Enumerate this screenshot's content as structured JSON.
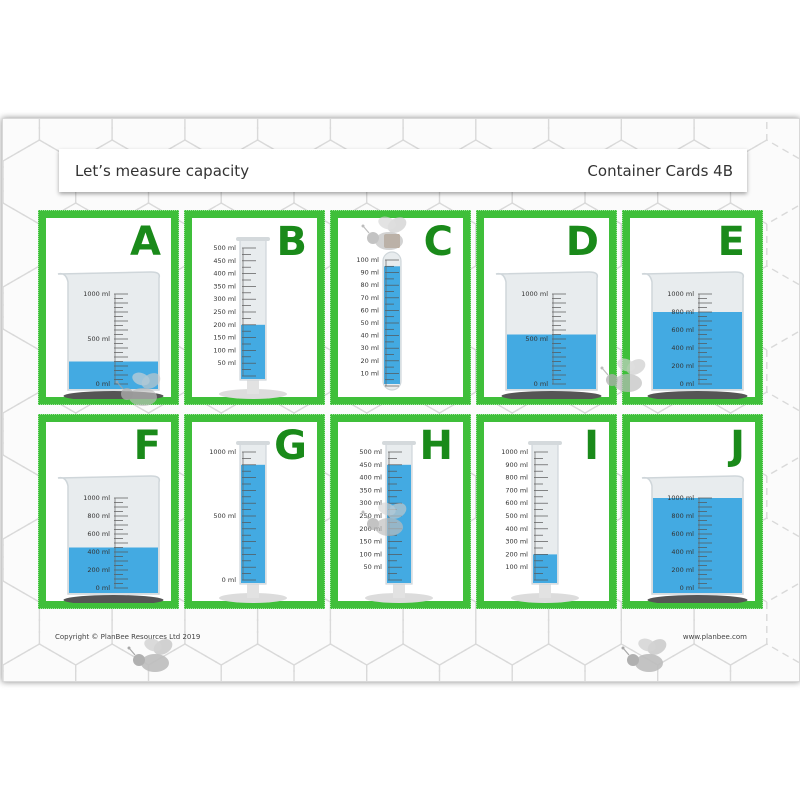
{
  "header": {
    "title": "Let’s measure capacity",
    "subtitle": "Container Cards 4B"
  },
  "cards": [
    {
      "letter": "A",
      "type": "beaker",
      "max": 1000,
      "fill": 250,
      "labels": [
        "1000 ml",
        "500 ml",
        "0 ml"
      ]
    },
    {
      "letter": "B",
      "type": "cylinder",
      "max": 500,
      "fill": 200,
      "labels": [
        "500 ml",
        "450 ml",
        "400 ml",
        "350 ml",
        "300 ml",
        "250 ml",
        "200 ml",
        "150 ml",
        "100 ml",
        "50 ml"
      ]
    },
    {
      "letter": "C",
      "type": "tube",
      "max": 100,
      "fill": 95,
      "labels": [
        "100 ml",
        "90 ml",
        "80 ml",
        "70 ml",
        "60 ml",
        "50 ml",
        "40 ml",
        "30 ml",
        "20 ml",
        "10 ml"
      ]
    },
    {
      "letter": "D",
      "type": "beaker",
      "max": 1000,
      "fill": 550,
      "labels": [
        "1000 ml",
        "500 ml",
        "0 ml"
      ]
    },
    {
      "letter": "E",
      "type": "beaker",
      "max": 1000,
      "fill": 800,
      "labels": [
        "1000 ml",
        "800 ml",
        "600 ml",
        "400 ml",
        "200 ml",
        "0 ml"
      ]
    },
    {
      "letter": "F",
      "type": "beaker",
      "max": 1000,
      "fill": 450,
      "labels": [
        "1000 ml",
        "800 ml",
        "600 ml",
        "400 ml",
        "200 ml",
        "0 ml"
      ]
    },
    {
      "letter": "G",
      "type": "cylinder",
      "max": 1000,
      "fill": 900,
      "labels": [
        "1000 ml",
        "500 ml",
        "0 ml"
      ]
    },
    {
      "letter": "H",
      "type": "cylinder",
      "max": 500,
      "fill": 450,
      "labels": [
        "500 ml",
        "450 ml",
        "400 ml",
        "350 ml",
        "300 ml",
        "250 ml",
        "200 ml",
        "150 ml",
        "100 ml",
        "50 ml"
      ]
    },
    {
      "letter": "I",
      "type": "cylinder",
      "max": 1000,
      "fill": 200,
      "labels": [
        "1000 ml",
        "900 ml",
        "800 ml",
        "700 ml",
        "600 ml",
        "500 ml",
        "400 ml",
        "300 ml",
        "200 ml",
        "100 ml"
      ]
    },
    {
      "letter": "J",
      "type": "beaker",
      "max": 1000,
      "fill": 1000,
      "labels": [
        "1000 ml",
        "800 ml",
        "600 ml",
        "400 ml",
        "200 ml",
        "0 ml"
      ]
    }
  ],
  "footer": {
    "copyright": "Copyright © PlanBee Resources Ltd 2019",
    "website": "www.planbee.com"
  },
  "colors": {
    "card_green": "#3fbf3a",
    "letter_green": "#1a8a1a",
    "liquid_blue": "#3aa6e0",
    "glass": "#e8ecee"
  },
  "icons": [
    "bee-icon"
  ]
}
